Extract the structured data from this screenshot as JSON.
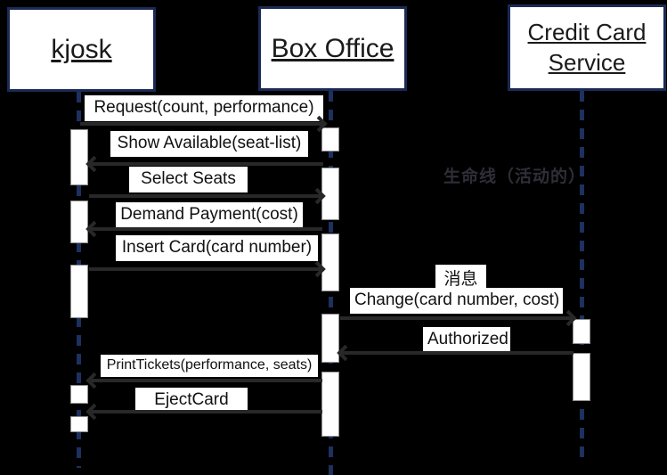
{
  "diagram_type": "uml-sequence-diagram",
  "actors": [
    {
      "label": "kjosk"
    },
    {
      "label": "Box Office"
    },
    {
      "label": "Credit Card Service"
    }
  ],
  "messages": [
    {
      "label": "Request(count, performance)",
      "from": "kjosk",
      "to": "Box Office"
    },
    {
      "label": "Show Available(seat-list)",
      "from": "Box Office",
      "to": "kjosk"
    },
    {
      "label": "Select Seats",
      "from": "kjosk",
      "to": "Box Office"
    },
    {
      "label": "Demand Payment(cost)",
      "from": "Box Office",
      "to": "kjosk"
    },
    {
      "label": "Insert Card(card number)",
      "from": "kjosk",
      "to": "Box Office"
    },
    {
      "label": "Change(card number, cost)",
      "from": "Box Office",
      "to": "Credit Card Service"
    },
    {
      "label": "Authorized",
      "from": "Credit Card Service",
      "to": "Box Office"
    },
    {
      "label": "PrintTickets(performance, seats)",
      "from": "Box Office",
      "to": "kjosk"
    },
    {
      "label": "EjectCard",
      "from": "Box Office",
      "to": "kjosk"
    }
  ],
  "annotations": [
    {
      "label": "生命线（活动的）"
    },
    {
      "label": "消息"
    }
  ],
  "colors": {
    "background": "#000000",
    "actor_box_fill": "#ffffff",
    "actor_box_border": "#1b2a55",
    "lifeline": "#1e3060",
    "arrow": "#282828",
    "label_background": "#ffffff",
    "label_text": "#111111",
    "dim_note_text": "#2e2e38"
  }
}
